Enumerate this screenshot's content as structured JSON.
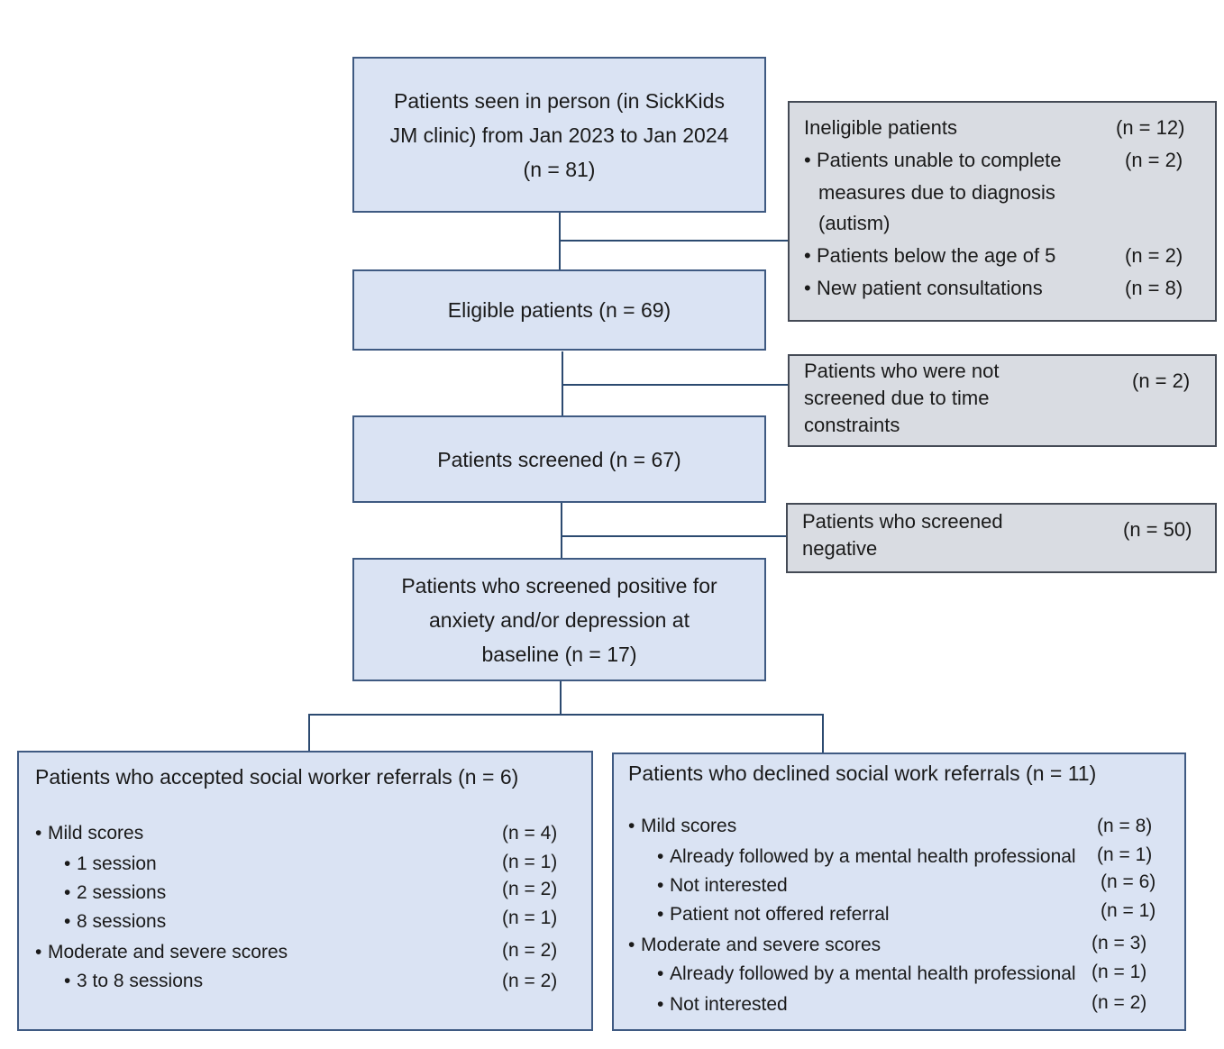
{
  "flow": {
    "top": {
      "line1": "Patients seen in person (in SickKids",
      "line2": "JM clinic) from Jan 2023 to Jan 2024",
      "line3": "(n = 81)"
    },
    "eligible": "Eligible patients (n = 69)",
    "screened": "Patients screened (n = 67)",
    "positive": {
      "line1": "Patients who screened positive for",
      "line2": "anxiety and/or depression at",
      "line3": "baseline (n = 17)"
    }
  },
  "ineligible": {
    "title": "Ineligible patients",
    "title_n": "(n = 12)",
    "items": [
      {
        "line1": "Patients unable to complete",
        "line2": "measures due to diagnosis",
        "line3": "(autism)",
        "n": "(n = 2)"
      },
      {
        "line1": "Patients below the age of 5",
        "n": "(n = 2)"
      },
      {
        "line1": "New patient consultations",
        "n": "(n = 8)"
      }
    ]
  },
  "not_screened": {
    "line1": "Patients who were not",
    "line2": "screened due to time",
    "line3": "constraints",
    "n": "(n = 2)"
  },
  "screened_negative": {
    "line1": "Patients who screened",
    "line2": "negative",
    "n": "(n = 50)"
  },
  "accepted": {
    "title": "Patients who accepted social worker referrals (n = 6)",
    "items": [
      {
        "label": "Mild scores",
        "n": "(n = 4)"
      },
      {
        "label": "1 session",
        "n": "(n = 1)"
      },
      {
        "label": "2 sessions",
        "n": "(n = 2)"
      },
      {
        "label": "8 sessions",
        "n": "(n = 1)"
      },
      {
        "label": "Moderate and severe scores",
        "n": "(n = 2)"
      },
      {
        "label": "3 to 8 sessions",
        "n": "(n = 2)"
      }
    ]
  },
  "declined": {
    "title": "Patients who declined social work referrals  (n = 11)",
    "items": [
      {
        "label": "Mild scores",
        "n": "(n = 8)"
      },
      {
        "label": "Already followed by a mental health professional",
        "n": "(n = 1)"
      },
      {
        "label": "Not interested",
        "n": "(n = 6)"
      },
      {
        "label": "Patient not offered referral",
        "n": "(n = 1)"
      },
      {
        "label": "Moderate and severe scores",
        "n": "(n = 3)"
      },
      {
        "label": "Already followed by a mental health professional",
        "n": "(n = 1)"
      },
      {
        "label": "Not interested",
        "n": "(n = 2)"
      }
    ]
  }
}
